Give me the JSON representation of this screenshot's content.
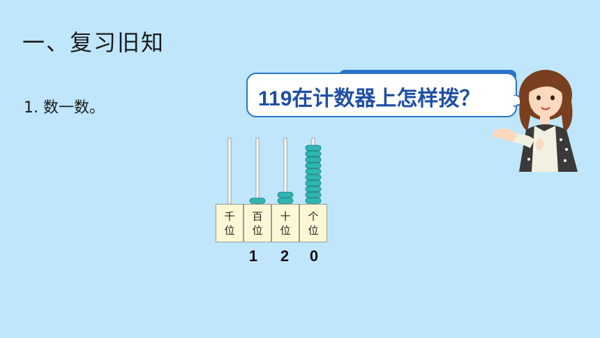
{
  "title": "一、复习旧知",
  "question": "1. 数一数。",
  "speech": "119在计数器上怎样拨？",
  "abacus": {
    "places": [
      {
        "line1": "千",
        "line2": "位",
        "beads": 0
      },
      {
        "line1": "百",
        "line2": "位",
        "beads": 1
      },
      {
        "line1": "十",
        "line2": "位",
        "beads": 2
      },
      {
        "line1": "个",
        "line2": "位",
        "beads": 10
      }
    ],
    "digits": [
      "1",
      "2",
      "0"
    ]
  },
  "colors": {
    "background": "#bfe6fb",
    "bead": "#2fb5b2",
    "bubble_border": "#2a74c7",
    "speech_text": "#1f4fa5"
  }
}
